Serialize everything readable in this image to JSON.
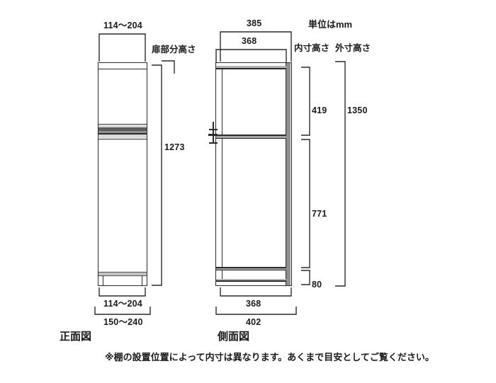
{
  "diagram": {
    "unit_note": "単位はmm",
    "front_view_title": "正面図",
    "side_view_title": "側面図",
    "footnote": "※棚の設置位置によって内寸は異なります。あくまで目安としてご覧ください。",
    "labels": {
      "door_height": "扉部分高さ",
      "inner_height": "内寸高さ",
      "outer_height": "外寸高さ"
    },
    "front_view": {
      "top_width": "114〜204",
      "bottom_inner_width": "114〜204",
      "bottom_outer_width": "150〜240",
      "door_height_value": "1273"
    },
    "side_view": {
      "top_outer_depth": "385",
      "top_inner_depth": "368",
      "bottom_inner_depth": "368",
      "bottom_outer_depth": "402",
      "upper_inner_height": "419",
      "lower_inner_height": "771",
      "base_inner_height": "80",
      "outer_height_value": "1350"
    },
    "colors": {
      "line": "#2a2a2a",
      "text": "#1a1a1a",
      "panel_fill": "#ffffff",
      "shelf_shadow": "#9a9a9a",
      "dark_band": "#5a5a5a",
      "light_band": "#c9c9c9",
      "edge_bar": "#8d8d8d",
      "background": "#ffffff"
    }
  }
}
